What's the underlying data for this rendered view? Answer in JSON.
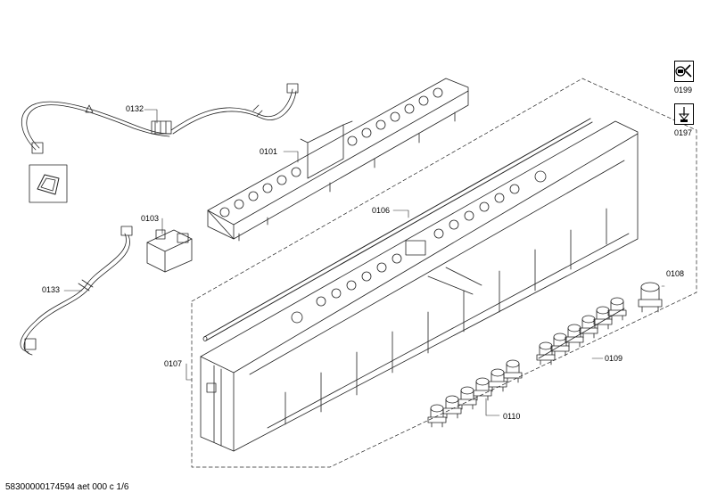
{
  "diagram": {
    "part_labels": {
      "p0132": "0132",
      "p0101": "0101",
      "p0103": "0103",
      "p0106": "0106",
      "p0133": "0133",
      "p0107": "0107",
      "p0108": "0108",
      "p0109": "0109",
      "p0110": "0110"
    },
    "icons": {
      "wrench_label": "0199",
      "arrow_label": "0197"
    },
    "footer": "58300000174594 aet 000 c 1/6",
    "icons_meta": [
      "wrench-icon",
      "download-arrow-icon"
    ]
  }
}
